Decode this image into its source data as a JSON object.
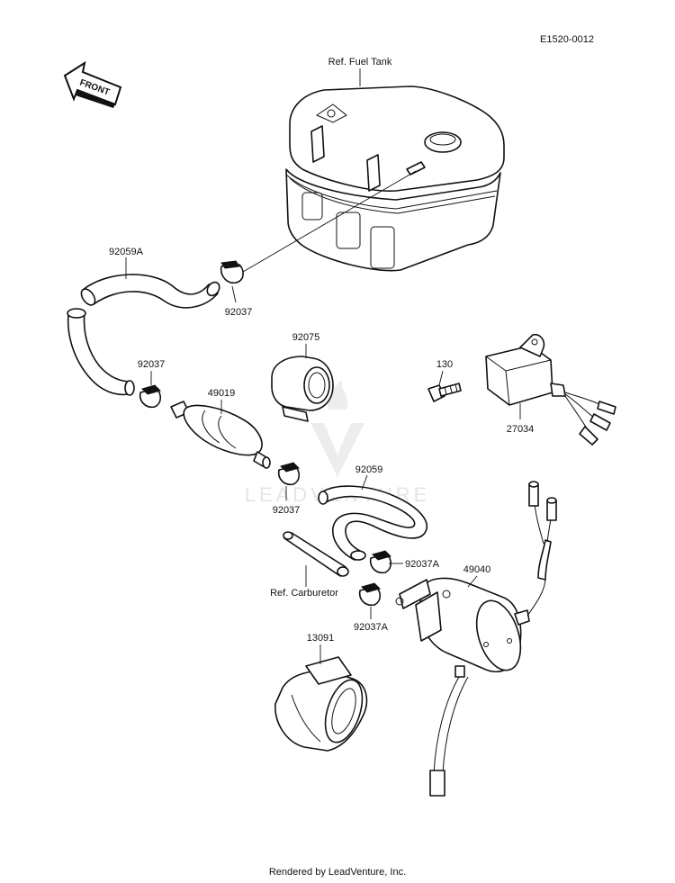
{
  "diagram_code": "E1520-0012",
  "front_marker": "FRONT",
  "callouts": {
    "fuel_tank": "Ref. Fuel Tank",
    "hose_upper": "92059A",
    "clamp_tank": "92037",
    "clamp_left": "92037",
    "clamp_filter": "92037",
    "holder": "92075",
    "filter": "49019",
    "bolt": "130",
    "relay": "27034",
    "hose_lower": "92059",
    "clamp_a_upper": "92037A",
    "clamp_a_lower": "92037A",
    "carburetor": "Ref. Carburetor",
    "pump": "49040",
    "bracket": "13091"
  },
  "watermark": "LEADVENTURE",
  "footer": "Rendered by LeadVenture, Inc."
}
